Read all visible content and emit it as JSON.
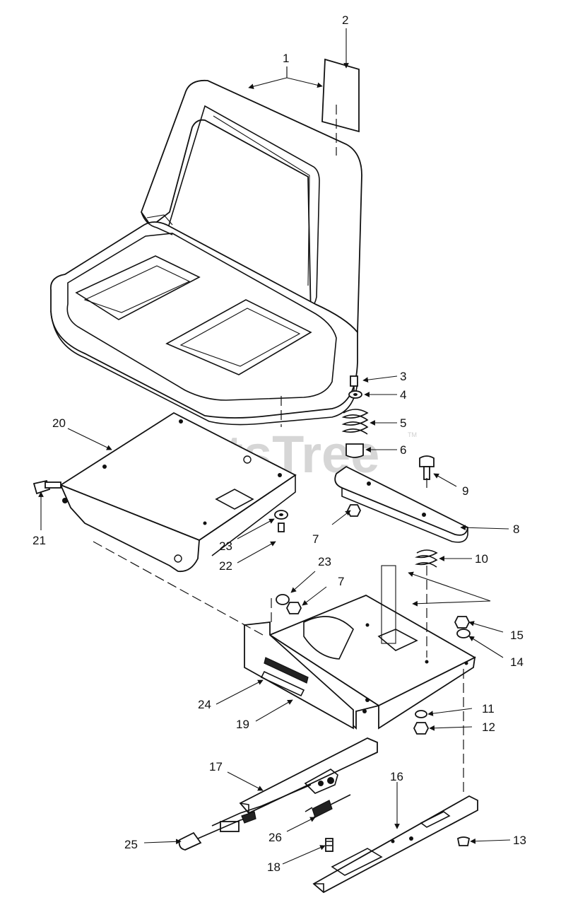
{
  "watermark": {
    "text": "PartsTree",
    "mark": "TM"
  },
  "callouts": [
    {
      "id": "1",
      "text": "1"
    },
    {
      "id": "2",
      "text": "2"
    },
    {
      "id": "3",
      "text": "3"
    },
    {
      "id": "4",
      "text": "4"
    },
    {
      "id": "5",
      "text": "5"
    },
    {
      "id": "6",
      "text": "6"
    },
    {
      "id": "7a",
      "text": "7"
    },
    {
      "id": "7b",
      "text": "7"
    },
    {
      "id": "8",
      "text": "8"
    },
    {
      "id": "9",
      "text": "9"
    },
    {
      "id": "10",
      "text": "10"
    },
    {
      "id": "11",
      "text": "11"
    },
    {
      "id": "12",
      "text": "12"
    },
    {
      "id": "13",
      "text": "13"
    },
    {
      "id": "14",
      "text": "14"
    },
    {
      "id": "15",
      "text": "15"
    },
    {
      "id": "16",
      "text": "16"
    },
    {
      "id": "17",
      "text": "17"
    },
    {
      "id": "18",
      "text": "18"
    },
    {
      "id": "19",
      "text": "19"
    },
    {
      "id": "20",
      "text": "20"
    },
    {
      "id": "21",
      "text": "21"
    },
    {
      "id": "22",
      "text": "22"
    },
    {
      "id": "23a",
      "text": "23"
    },
    {
      "id": "23b",
      "text": "23"
    },
    {
      "id": "24",
      "text": "24"
    },
    {
      "id": "25",
      "text": "25"
    },
    {
      "id": "26",
      "text": "26"
    }
  ]
}
